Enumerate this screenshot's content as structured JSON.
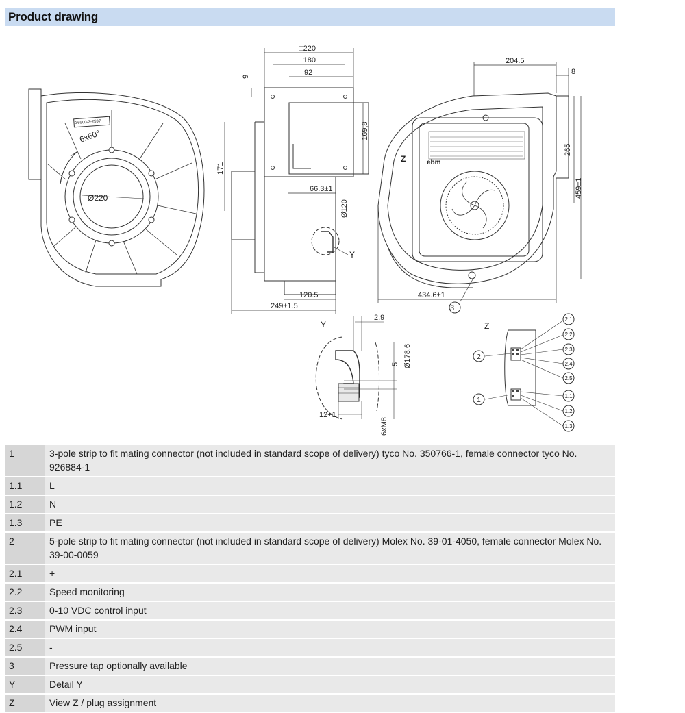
{
  "header": {
    "title": "Product drawing"
  },
  "dimensions": {
    "sq220": "□220",
    "sq180": "□180",
    "d92": "92",
    "d9": "9",
    "d169_8": "169,8",
    "d171": "171",
    "d66_3": "66.3±1",
    "d120": "Ø120",
    "d120_5": "120.5",
    "d249": "249±1.5",
    "d204_5": "204.5",
    "d8": "8",
    "d265": "265",
    "d459": "459±1",
    "d434_6": "434.6±1",
    "angle": "6x60°",
    "d220": "Ø220",
    "d2_9": "2.9",
    "d5": "5",
    "d178_6": "Ø178.6",
    "d12": "12+1",
    "m8": "6xM8",
    "partno": "36500-2-2597",
    "brand": "ebm"
  },
  "labels": {
    "Y": "Y",
    "Z": "Z",
    "Y_detail": "Y",
    "Z_view": "Z",
    "callout3": "3",
    "callout1": "1",
    "callout2": "2",
    "c2_1": "2.1",
    "c2_2": "2.2",
    "c2_3": "2.3",
    "c2_4": "2.4",
    "c2_5": "2.5",
    "c1_1": "1.1",
    "c1_2": "1.2",
    "c1_3": "1.3"
  },
  "legend": [
    {
      "key": "1",
      "text": "3-pole strip to fit mating connector (not included in standard scope of delivery) tyco No. 350766-1, female connector tyco No. 926884-1"
    },
    {
      "key": "1.1",
      "text": "L"
    },
    {
      "key": "1.2",
      "text": "N"
    },
    {
      "key": "1.3",
      "text": "PE"
    },
    {
      "key": "2",
      "text": "5-pole strip to fit mating connector (not included in standard scope of delivery) Molex No. 39-01-4050, female connector Molex No. 39-00-0059"
    },
    {
      "key": "2.1",
      "text": "+"
    },
    {
      "key": "2.2",
      "text": "Speed monitoring"
    },
    {
      "key": "2.3",
      "text": "0-10 VDC control input"
    },
    {
      "key": "2.4",
      "text": "PWM input"
    },
    {
      "key": "2.5",
      "text": "-"
    },
    {
      "key": "3",
      "text": "Pressure tap optionally available"
    },
    {
      "key": "Y",
      "text": "Detail Y"
    },
    {
      "key": "Z",
      "text": "View Z / plug assignment"
    }
  ]
}
